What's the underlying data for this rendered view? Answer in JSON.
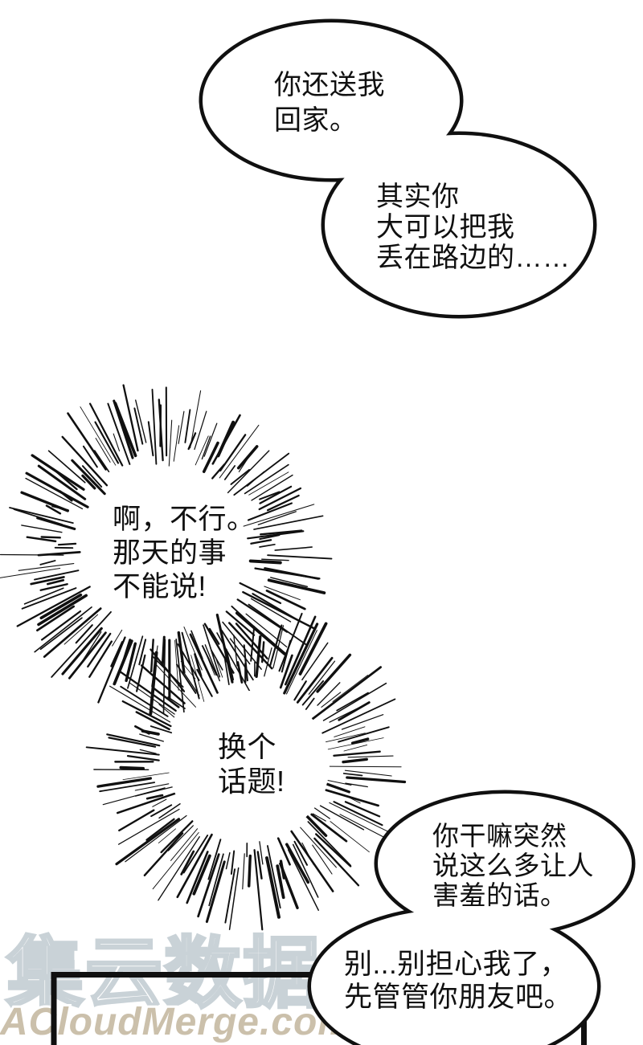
{
  "colors": {
    "background": "#ffffff",
    "ink": "#101010",
    "watermark_cn": "#c9d2d7",
    "watermark_en": "#cbc0ab"
  },
  "watermark": {
    "cn": "集云数据",
    "en": "ACloudMerge.com"
  },
  "speech": [
    {
      "name": "bubble-1",
      "text": "你还送我\n回家。"
    },
    {
      "name": "bubble-2",
      "text": "其实你\n大可以把我\n丢在路边的……"
    },
    {
      "name": "burst-1",
      "text": "啊，不行。\n那天的事\n不能说!"
    },
    {
      "name": "burst-2",
      "text": "换个\n话题!"
    },
    {
      "name": "bubble-3",
      "text": "你干嘛突然\n说这么多让人\n害羞的话。"
    },
    {
      "name": "bubble-4",
      "text": "别...别担心我了，\n先管管你朋友吧。"
    }
  ]
}
